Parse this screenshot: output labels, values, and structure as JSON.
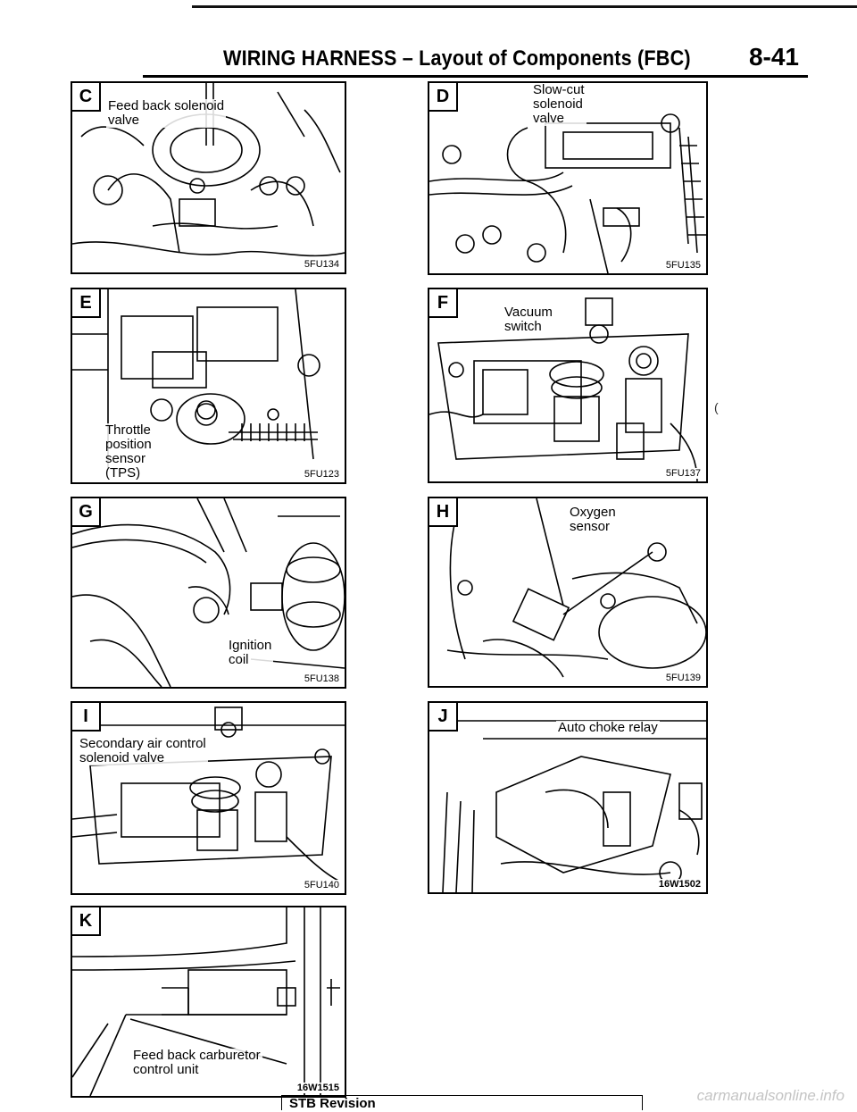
{
  "header": {
    "title": "WIRING HARNESS – Layout of Components (FBC)",
    "page_number": "8-41"
  },
  "panels": [
    {
      "letter": "C",
      "labels": [
        "Feed back solenoid\nvalve"
      ],
      "code": "5FU134"
    },
    {
      "letter": "D",
      "labels": [
        "Slow-cut\nsolenoid\nvalve"
      ],
      "code": "5FU135"
    },
    {
      "letter": "E",
      "labels": [
        "Throttle\nposition\nsensor\n(TPS)"
      ],
      "code": "5FU123"
    },
    {
      "letter": "F",
      "labels": [
        "Vacuum\nswitch"
      ],
      "code": "5FU137"
    },
    {
      "letter": "G",
      "labels": [
        "Ignition\ncoil"
      ],
      "code": "5FU138"
    },
    {
      "letter": "H",
      "labels": [
        "Oxygen\nsensor"
      ],
      "code": "5FU139"
    },
    {
      "letter": "I",
      "labels": [
        "Secondary air control\nsolenoid valve"
      ],
      "code": "5FU140"
    },
    {
      "letter": "J",
      "labels": [
        "Auto choke relay"
      ],
      "code": "16W1502"
    },
    {
      "letter": "K",
      "labels": [
        "Feed back carburetor\ncontrol unit"
      ],
      "code": "16W1515"
    }
  ],
  "footer": {
    "revision_label": "STB Revision",
    "watermark": "carmanualsonline.info"
  },
  "margin_mark": "("
}
